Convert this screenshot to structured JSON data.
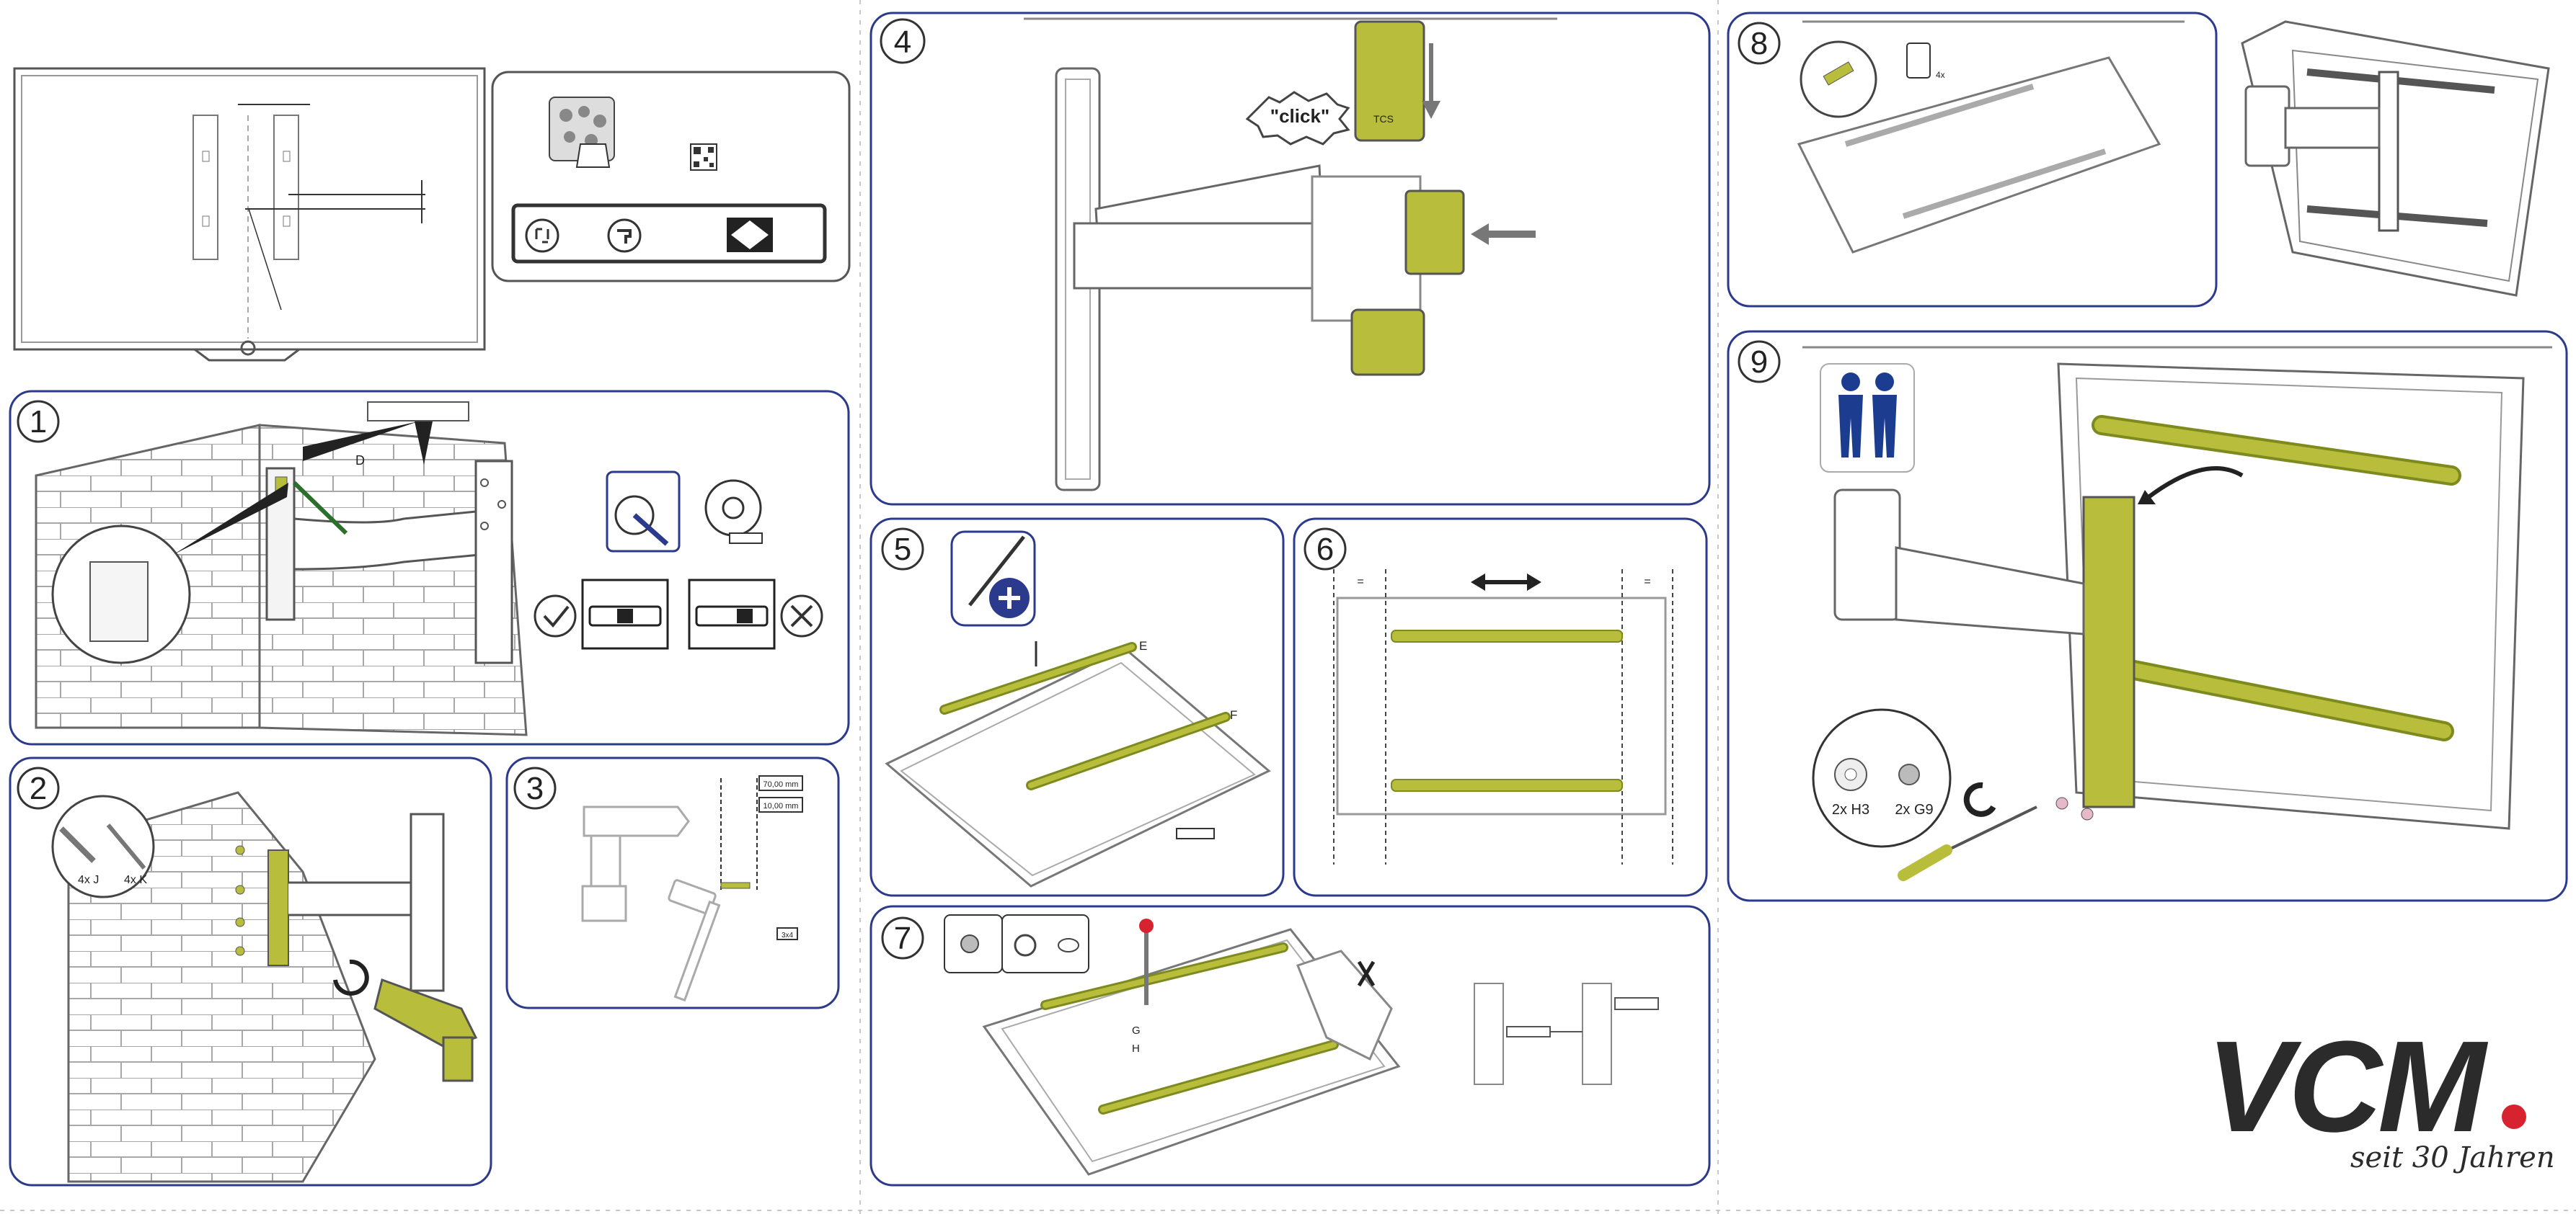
{
  "colors": {
    "panel_border": "#2b3a8c",
    "part_green": "#b8bd3c",
    "part_green_dark": "#7d8a1e",
    "line_grey": "#9a9a9a",
    "logo_dot": "#d6232f",
    "people_blue": "#1c3d8f"
  },
  "steps": [
    {
      "number": "1",
      "labels": [
        "D"
      ]
    },
    {
      "number": "2",
      "labels": [
        "4x J",
        "4x K"
      ]
    },
    {
      "number": "3",
      "labels": [
        "70,00 mm",
        "10,00 mm",
        "3x4"
      ]
    },
    {
      "number": "4",
      "labels": [
        "\"click\"",
        "TCS"
      ]
    },
    {
      "number": "5",
      "labels": [
        "E",
        "F"
      ]
    },
    {
      "number": "6",
      "labels": []
    },
    {
      "number": "7",
      "labels": [
        "G",
        "H"
      ]
    },
    {
      "number": "8",
      "labels": [
        "4x"
      ]
    },
    {
      "number": "9",
      "labels": [
        "2x H3",
        "2x G9"
      ]
    }
  ],
  "icons": [
    "wall-drill-icon",
    "level-ok-icon",
    "level-wrong-icon",
    "tape-measure-icon",
    "screwdriver-plus-icon",
    "two-persons-icon",
    "check-icon",
    "cross-icon"
  ],
  "logo": {
    "brand": "VCM",
    "tagline": "seit 30 Jahren"
  }
}
